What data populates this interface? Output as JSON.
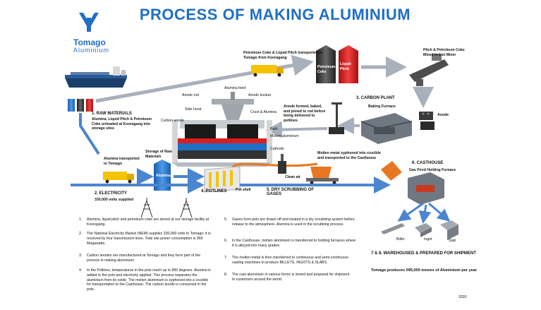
{
  "title": "PROCESS OF MAKING ALUMINIUM",
  "logo": {
    "name": "Tomago",
    "sub": "Aluminium"
  },
  "labels": {
    "coke_pitch": "Petroleum Coke & Liquid Pitch transported to Tomago from Kooragang",
    "coke_tank": "Petroleum Coke",
    "pitch_tank": "Liquid Pitch",
    "mixer": "Pitch & Petroleum Coke Mixed in List Mixer",
    "carbon_plant": "3. CARBON PLANT",
    "baking_furnace": "Baking Furnace",
    "anode": "Anode",
    "anode_formed": "Anode formed, baked, and joined to rod before being delivered to potlines",
    "alumina_feed": "Alumina feed",
    "anode_rod": "Anode rod",
    "anode_busbar": "Anode busbar",
    "side_hood": "Side hood",
    "carbon_anode": "Carbon anode",
    "crust": "Crust & Alumina",
    "bath": "Bath",
    "molten": "Molten aluminium",
    "cathode": "Cathode",
    "raw_materials": "1. RAW MATERIALS",
    "raw_desc": "Alumina, Liquid Pitch & Petroleum Coke unloaded at Kooragang into storage silos",
    "alumina_trans": "Alumina transported to Tomago",
    "storage": "Storage of Raw Materials",
    "silo": "Alumina",
    "molten_siphon": "Molten metal syphoned into crucible and transported to the Casthouse",
    "clean_air": "Clean air",
    "casthouse": "6. CASTHOUSE",
    "gas_furnace": "Gas Fired Holding Furnace",
    "electricity": "2. ELECTRICITY",
    "volts": "330,000 volts supplied",
    "potlines": "4. POTLINES",
    "pot_shell": "Pot shell",
    "dry_scrub": "5. DRY SCRUBBING OF GASES",
    "billet": "Billet",
    "ingot": "Ingot",
    "slab": "Slab",
    "warehouse": "7 & 8. WAREHOUSED & PREPARED FOR SHIPMENT",
    "production": "Tomago produces 595,000 tonnes of Aluminium per year",
    "year": "2020"
  },
  "notes_left": [
    {
      "num": "1.",
      "text": "Alumina, liquid pitch and petroleum coke are stored at our storage facility at Kooragang."
    },
    {
      "num": "2.",
      "text": "The National Electricity Market (NEM) supplies 330,000 volts to Tomago; it is received by four transmission lines. Total site power consumption is 950 Megawatts."
    },
    {
      "num": "3.",
      "text": "Carbon anodes are manufactured at Tomago and they form part of the process in making aluminium"
    },
    {
      "num": "4.",
      "text": "In the Potlines, temperatures in the pots reach up to 960 degrees. Alumina is added to the pots and electricity applied. This process separates the aluminium from its oxide. The molten aluminium is syphoned into a crucible for transportation to the Casthouse. The carbon anode is consumed in the pots."
    }
  ],
  "notes_right": [
    {
      "num": "5.",
      "text": "Gases from pots are drawn off and treated in a dry scrubbing system before release to the atmosphere. Alumina is used in the scrubbing process."
    },
    {
      "num": "6.",
      "text": "In the Casthouse, molten aluminium is transferred to holding furnaces where it is alloyed into many grades."
    },
    {
      "num": "7.",
      "text": "The molten metal is then transferred to continuous and semi-continuous casting machines to produce BILLETS, INGOTS & SLABS."
    },
    {
      "num": "8.",
      "text": "The cast aluminium in various forms is stored and prepared for shipment to customers around the world."
    }
  ],
  "colors": {
    "title": "#1f6fc4",
    "arrow": "#4a86d0",
    "arrow_grey": "#a8b0bc",
    "red": "#d62020",
    "yellow": "#f5c400",
    "orange": "#e87722",
    "blue": "#1f6fc4"
  }
}
